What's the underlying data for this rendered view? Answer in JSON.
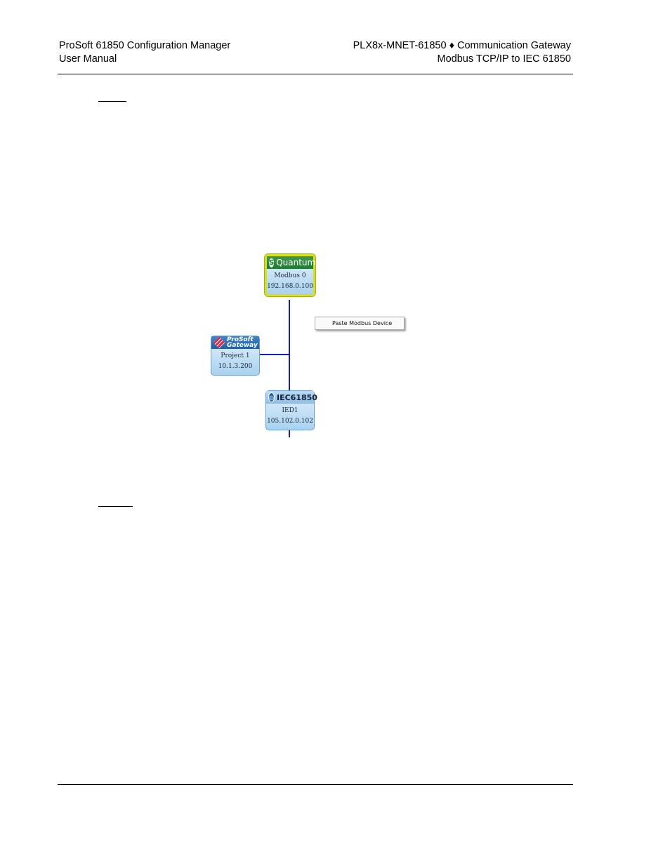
{
  "header": {
    "left_line1": "ProSoft 61850 Configuration Manager",
    "left_line2": "User Manual",
    "right_line1": "PLX8x-MNET-61850 ♦ Communication Gateway",
    "right_line2": "Modbus TCP/IP to IEC 61850"
  },
  "diagram": {
    "quantum_node": {
      "badge": "Quantum",
      "name": "Modbus 0",
      "ip": "192.168.0.100",
      "icon": "quantum-logo-icon"
    },
    "gateway_node": {
      "badge_line1": "ProSoft",
      "badge_line2": "Gateway",
      "name": "Project 1",
      "ip": "10.1.3.200",
      "icon": "prosoft-logo-icon"
    },
    "iec_node": {
      "badge": "IEC61850",
      "name": "IED1",
      "ip": "105.102.0.102",
      "icon": "iec61850-logo-icon"
    },
    "context_menu": {
      "items": [
        "Paste Modbus Device"
      ]
    },
    "colors": {
      "wire": "#1a1ac8",
      "quantum_bar": "#1f7a33",
      "gateway_bar": "#1f5fa3",
      "selection_outline": "#d4e21b"
    }
  }
}
